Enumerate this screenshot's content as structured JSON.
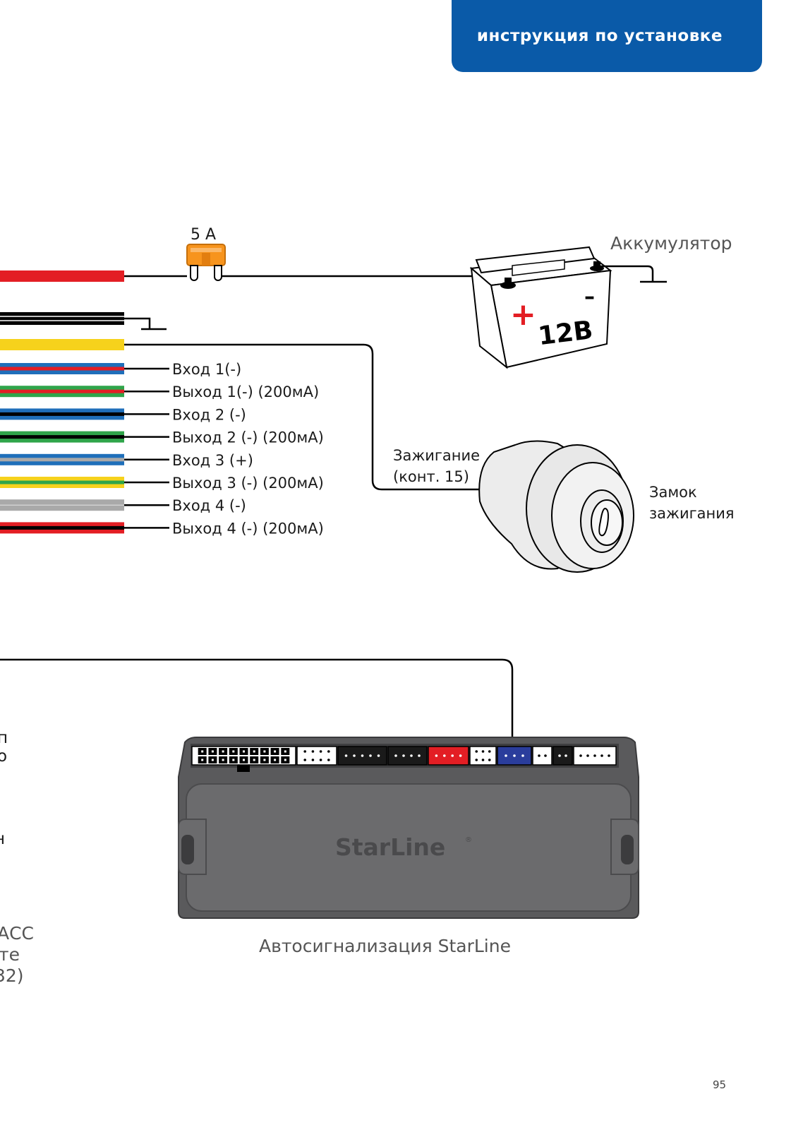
{
  "header": {
    "title": "инструкция по установке"
  },
  "fuse": {
    "label": "5 А"
  },
  "battery": {
    "label": "Аккумулятор",
    "voltage": "12В",
    "plus": "+",
    "minus": "–"
  },
  "ignition": {
    "wire_label_line1": "Зажигание",
    "wire_label_line2": "(конт. 15)",
    "switch_line1": "Замок",
    "switch_line2": "зажигания"
  },
  "wires": [
    {
      "label": "Вход 1(-)",
      "color": "#1f6fba",
      "stripe": "#e31e24"
    },
    {
      "label": "Выход 1(-) (200мА)",
      "color": "#2fa54a",
      "stripe": "#e31e24"
    },
    {
      "label": "Вход 2 (-)",
      "color": "#1f6fba",
      "stripe": "#000000"
    },
    {
      "label": "Выход 2 (-) (200мА)",
      "color": "#2fa54a",
      "stripe": "#000000"
    },
    {
      "label": "Вход 3 (+)",
      "color": "#1f6fba",
      "stripe": "#a9a9a9"
    },
    {
      "label": "Выход 3 (-) (200мА)",
      "color": "#f6d21c",
      "stripe": "#2fa54a"
    },
    {
      "label": "Вход 4 (-)",
      "color": "#a9a9a9",
      "stripe": "#a9a9a9"
    },
    {
      "label": "Выход 4 (-) (200мА)",
      "color": "#e31e24",
      "stripe": "#000000"
    }
  ],
  "power_wires": [
    {
      "color": "#e31e24",
      "stripe": "#e31e24"
    },
    {
      "color": "#000000",
      "stripe": "#ffffff"
    },
    {
      "color": "#f6d21c",
      "stripe": "#f6d21c"
    }
  ],
  "unit": {
    "brand": "StarLine",
    "caption": "Автосигнализация StarLine"
  },
  "left_edge_fragments": [
    "п",
    "о",
    "н",
    "АСС",
    "те",
    "32)"
  ],
  "page_number": "95"
}
